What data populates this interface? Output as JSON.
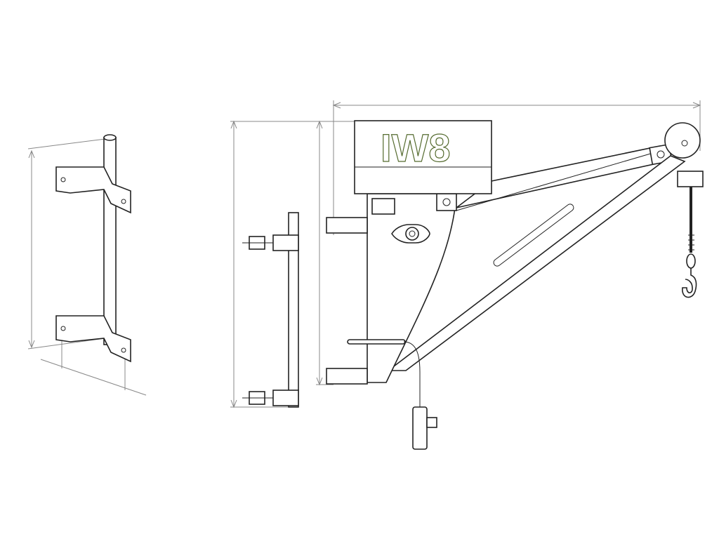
{
  "drawing": {
    "logo_text": "IW8",
    "views": [
      "wall-bracket-view",
      "mounting-rail-view",
      "crane-side-view"
    ]
  }
}
